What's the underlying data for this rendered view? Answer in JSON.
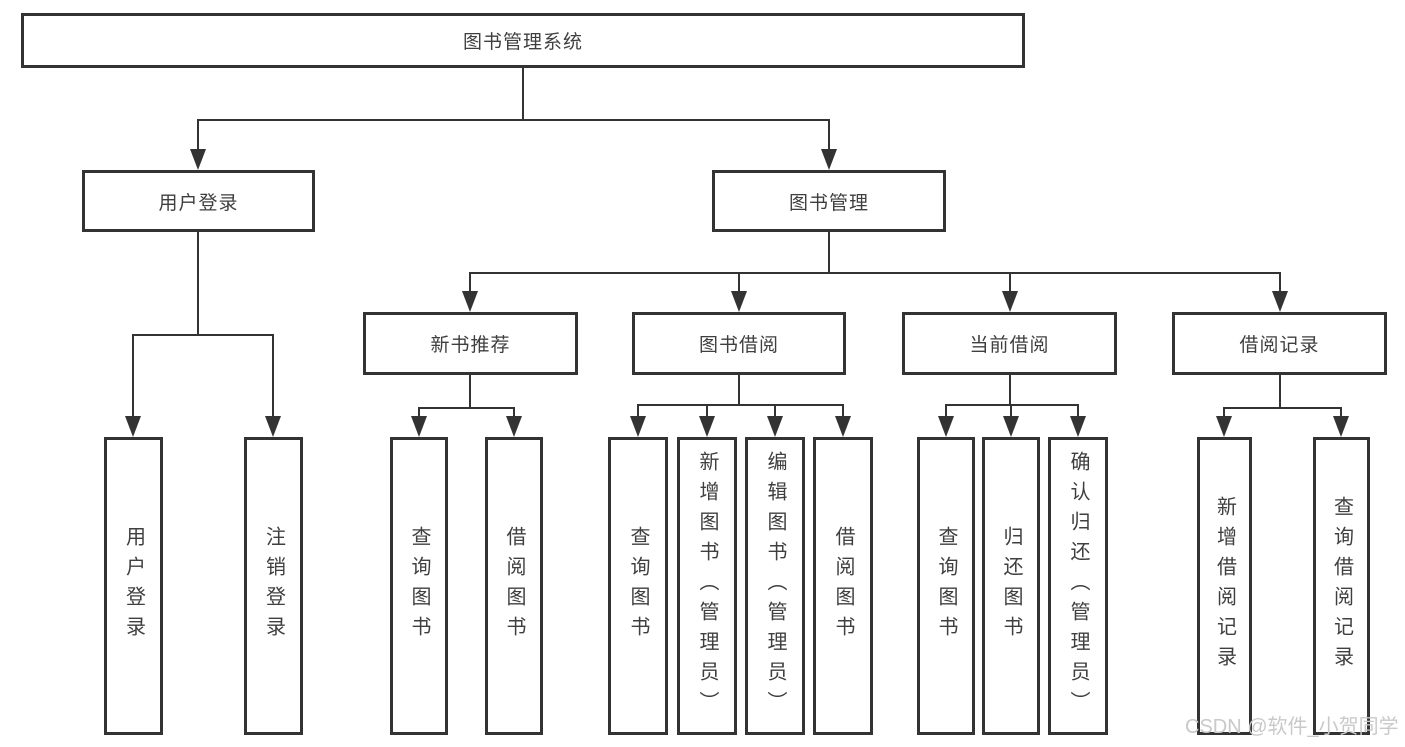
{
  "tree": {
    "label": "图书管理系统",
    "children": [
      {
        "label": "用户登录",
        "children": [
          {
            "label": "用户登录"
          },
          {
            "label": "注销登录"
          }
        ]
      },
      {
        "label": "图书管理",
        "children": [
          {
            "label": "新书推荐",
            "children": [
              {
                "label": "查询图书"
              },
              {
                "label": "借阅图书"
              }
            ]
          },
          {
            "label": "图书借阅",
            "children": [
              {
                "label": "查询图书"
              },
              {
                "label": "新增图书（管理员）"
              },
              {
                "label": "编辑图书（管理员）"
              },
              {
                "label": "借阅图书"
              }
            ]
          },
          {
            "label": "当前借阅",
            "children": [
              {
                "label": "查询图书"
              },
              {
                "label": "归还图书"
              },
              {
                "label": "确认归还（管理员）"
              }
            ]
          },
          {
            "label": "借阅记录",
            "children": [
              {
                "label": "新增借阅记录"
              },
              {
                "label": "查询借阅记录"
              }
            ]
          }
        ]
      }
    ]
  },
  "watermark": {
    "text": "CSDN @软件_小贺同学"
  },
  "colors": {
    "line": "#333333",
    "text": "#3f3f3f",
    "background": "#ffffff",
    "watermark": "#c9c9c9"
  }
}
